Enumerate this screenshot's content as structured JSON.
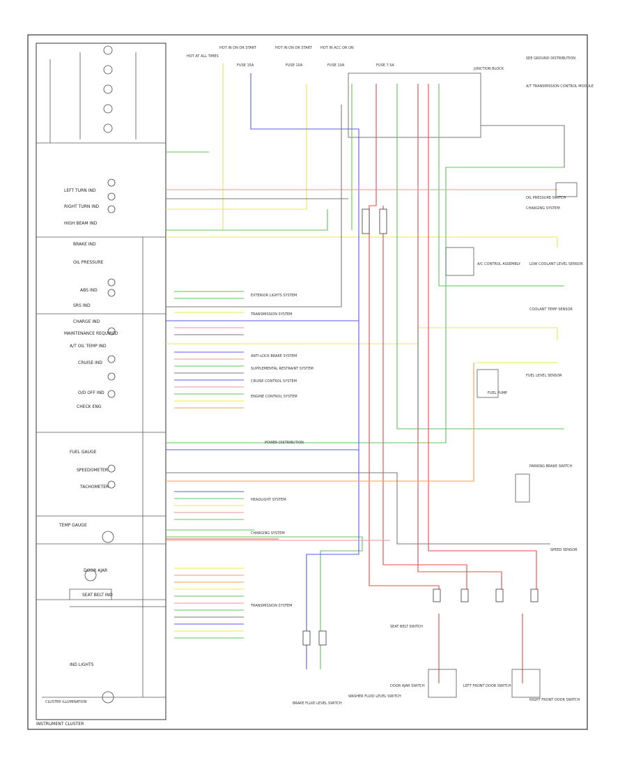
{
  "cluster": {
    "title": "INSTRUMENT CLUSTER",
    "left_labels": [
      "LEFT TURN IND",
      "RIGHT TURN IND",
      "HIGH BEAM IND",
      "BRAKE IND",
      "OIL PRESSURE",
      "ABS IND",
      "SRS IND",
      "CHARGE IND",
      "MAINTENANCE REQUIRED",
      "A/T OIL TEMP IND",
      "CRUISE IND",
      "O/D OFF IND",
      "CHECK ENG",
      "FUEL GAUGE",
      "SPEEDOMETER",
      "TACHOMETER",
      "TEMP GAUGE",
      "DOOR AJAR",
      "SEAT BELT IND",
      "IND LIGHTS"
    ],
    "tail_label": "CLUSTER ILLUMINATION"
  },
  "connectors": {
    "top": [
      "HOT AT ALL TIMES",
      "HOT IN ON OR START",
      "HOT IN ON OR START",
      "HOT IN ACC OR ON"
    ],
    "fuses": [
      "FUSE 15A",
      "FUSE 10A",
      "FUSE 10A",
      "FUSE 7.5A"
    ],
    "right_top": [
      "SEE GROUND DISTRIBUTION",
      "JUNCTION BLOCK",
      "A/T TRANSMISSION CONTROL MODULE"
    ]
  },
  "right_modules": [
    "OIL PRESSURE SWITCH",
    "CHARGING SYSTEM",
    "LOW COOLANT LEVEL SENSOR",
    "A/C CONTROL ASSEMBLY",
    "COOLANT TEMP SENSOR",
    "FUEL LEVEL SENSOR",
    "FUEL PUMP",
    "PARKING BRAKE SWITCH",
    "SPEED SENSOR"
  ],
  "mid_systems": [
    "EXTERIOR LIGHTS SYSTEM",
    "TRANSMISSION SYSTEM",
    "ANTI-LOCK BRAKE SYSTEM",
    "SUPPLEMENTAL RESTRAINT SYSTEM",
    "CRUISE CONTROL SYSTEM",
    "ENGINE CONTROL SYSTEM",
    "POWER DISTRIBUTION",
    "HEADLIGHT SYSTEM",
    "CHARGING SYSTEM"
  ],
  "bottom_components": [
    "BRAKE FLUID LEVEL SWITCH",
    "WASHER FLUID LEVEL SWITCH",
    "DOOR AJAR SWITCH",
    "SEAT BELT SWITCH",
    "LEFT FRONT DOOR SWITCH",
    "RIGHT FRONT DOOR SWITCH"
  ],
  "footer_label": "TRANSMISSION SYSTEM",
  "colors": {
    "wire_yellow": "#e8e84a",
    "wire_green": "#5ac45a",
    "wire_red": "#e84848",
    "wire_blue": "#5a5ae8",
    "wire_orange": "#f0a040",
    "wire_pink": "#f09090",
    "wire_gray": "#7a7a7a"
  }
}
